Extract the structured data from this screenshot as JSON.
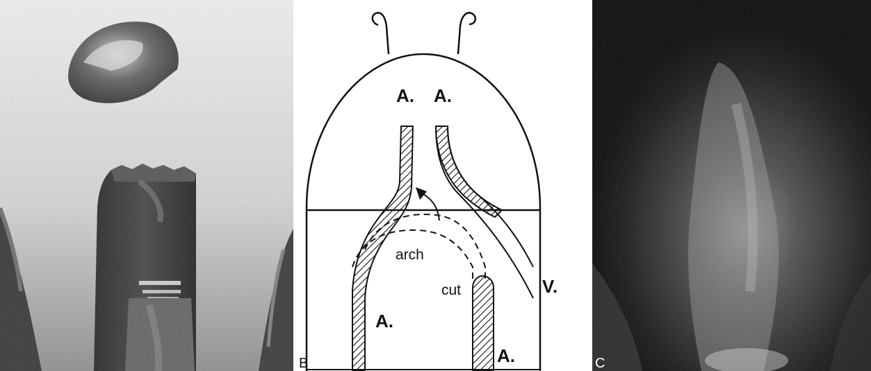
{
  "panels": {
    "b": {
      "letter": "B",
      "labels": {
        "artery_top_left": "A.",
        "artery_top_right": "A.",
        "artery_bottom_left": "A.",
        "artery_bottom_right": "A.",
        "vein": "V.",
        "arch": "arch",
        "cut": "cut"
      }
    },
    "c": {
      "letter": "C"
    }
  }
}
